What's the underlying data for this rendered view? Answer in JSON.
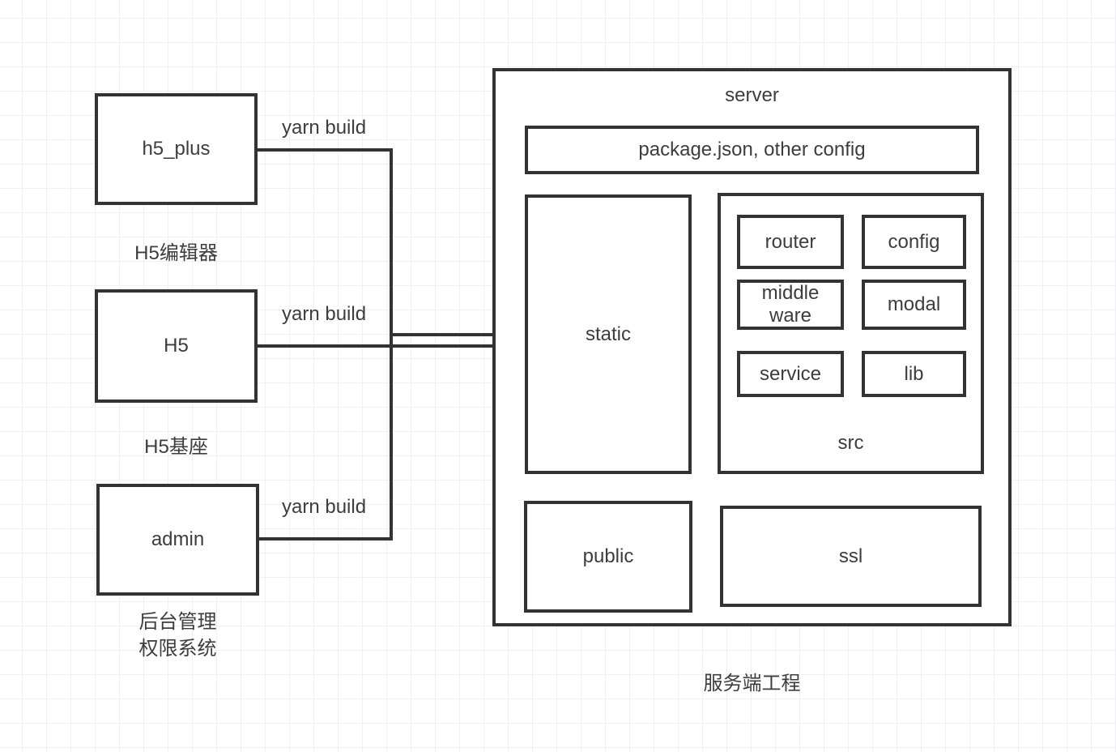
{
  "colors": {
    "stroke": "#333333",
    "text": "#3d3d3d",
    "grid": "#f0f0f2"
  },
  "left_column": {
    "h5_plus": {
      "label": "h5_plus",
      "caption": "H5编辑器",
      "edge_label": "yarn build"
    },
    "h5": {
      "label": "H5",
      "caption": "H5基座",
      "edge_label": "yarn build"
    },
    "admin": {
      "label": "admin",
      "caption_line1": "后台管理",
      "caption_line2": "权限系统",
      "edge_label": "yarn build"
    }
  },
  "server": {
    "title": "server",
    "caption": "服务端工程",
    "package_box_label": "package.json, other config",
    "static_label": "static",
    "public_label": "public",
    "ssl_label": "ssl",
    "src": {
      "label": "src",
      "router": "router",
      "config": "config",
      "middleware": "middle ware",
      "modal": "modal",
      "service": "service",
      "lib": "lib"
    }
  }
}
